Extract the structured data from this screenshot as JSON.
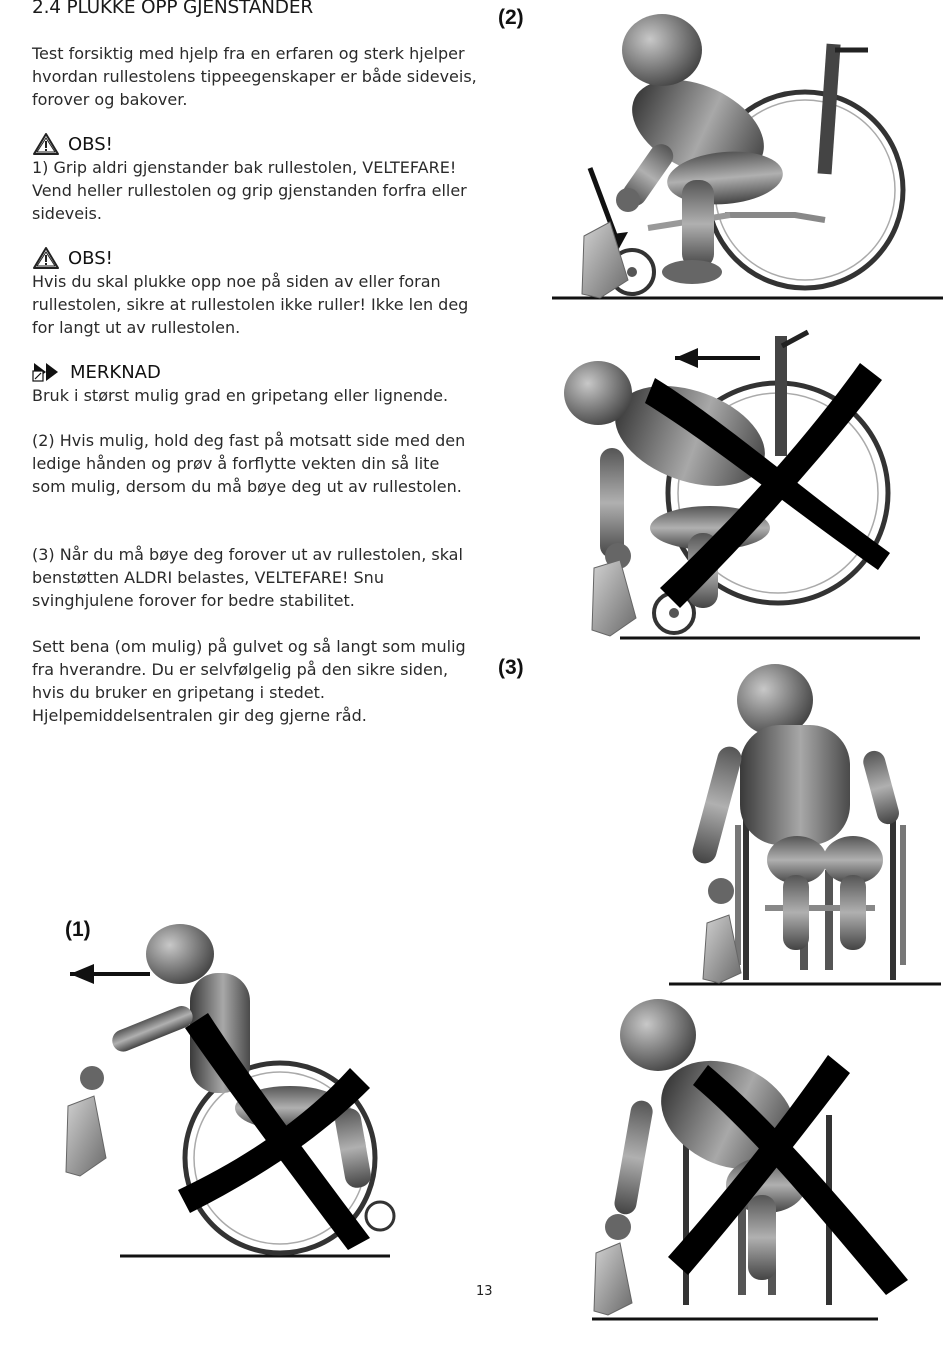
{
  "section": {
    "heading": "2.4 PLUKKE OPP GJENSTANDER",
    "intro": "Test forsiktig med hjelp fra en erfaren og sterk hjelper hvordan rullestolens tippeegenskaper er både sideveis, forover og bakover."
  },
  "warnings": [
    {
      "icon": "warning-triangle-icon",
      "label": "OBS!",
      "text": "1) Grip aldri gjenstander bak rullestolen, VELTEFARE! Vend heller rullestolen og grip gjenstanden forfra eller sideveis."
    },
    {
      "icon": "warning-triangle-icon",
      "label": "OBS!",
      "text": "Hvis du skal plukke opp noe på siden av eller foran rullestolen, sikre at rullestolen ikke ruller! Ikke len deg for langt ut av rullestolen."
    }
  ],
  "note": {
    "icon": "note-arrows-icon",
    "label": "MERKNAD",
    "text": "Bruk i størst mulig grad en gripetang eller lignende."
  },
  "paragraphs": {
    "p2": "(2) Hvis mulig, hold deg fast på motsatt side med den ledige hånden og prøv å forflytte vekten din så lite som mulig, dersom du må bøye deg ut av rullestolen.",
    "p3": "(3) Når du må bøye deg forover ut av rullestolen, skal benstøtten ALDRI belastes, VELTEFARE! Snu svinghjulene forover for bedre stabilitet.",
    "p4": "Sett bena (om mulig) på gulvet og så langt som mulig fra hverandre. Du er selvfølgelig på den sikre siden, hvis du bruker en gripetang i stedet. Hjelpemiddelsentralen gir deg gjerne råd."
  },
  "figures": {
    "label_1": "(1)",
    "label_2": "(2)",
    "label_3": "(3)"
  },
  "page_number": "13",
  "colors": {
    "text": "#2a2a2a",
    "figure_dark": "#3a3a3a",
    "figure_light": "#9a9a9a",
    "cross": "#000000"
  }
}
